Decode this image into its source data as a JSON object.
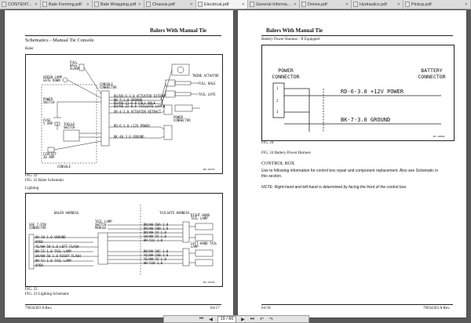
{
  "tabs": [
    {
      "label": "CONTENT..."
    },
    {
      "label": "Bale Forming.pdf"
    },
    {
      "label": "Bale Wrapping.pdf"
    },
    {
      "label": "Chassis.pdf"
    },
    {
      "label": "Electrical.pdf"
    },
    {
      "label": "General Information.pdf"
    },
    {
      "label": "Drives.pdf"
    },
    {
      "label": "Hydraulics.pdf"
    },
    {
      "label": "Pickup.pdf"
    }
  ],
  "left_page": {
    "running_header": "Balers With Manual Tie",
    "section_title": "Schematics - Manual Tie Console",
    "subhead_baler": "Baler",
    "fig22_num": "FIG. 22",
    "fig22_caption": "FIG. 22   Baler Schematic",
    "subhead_lighting": "Lighting",
    "fig23_num": "FIG. 23",
    "fig23_caption": "FIG. 23   Lighting Schematic",
    "footer_left": "79034303 A Rev.",
    "footer_right": "04-17",
    "baler_labels": {
      "fill_alarm": "FULL BALE ALARM",
      "green_lamp": "GREEN LAMP GATE DOWN",
      "power_switch": "POWER SWITCH",
      "fuse": "FUSE 5 AMP",
      "toggle": "TOGGLE SWITCH",
      "circuit": "CIRCUIT 30 AMP",
      "console": "CONSOLE",
      "console_conn": "CONSOLE CONNECTOR",
      "twine": "TWINE ACTUATOR",
      "w1": "BU/BU-6-3.0 ACTUATOR EXTEND",
      "w2": "BK-7-1.0 GROUND",
      "w3": "BU/RD-21-0.8 FULL BALE",
      "w4": "BU/RD-22-0.8 TAILGATE LATCH",
      "w5": "OR-4-3.0 ACTUATOR RETRACT",
      "w6": "RD-6-3.0 +12V POWER",
      "w7": "BK-40-3.0 GROUND",
      "pwr_conn": "POWER CONNECTOR",
      "sw1": "FULL BALE",
      "sw2": "TAIL GATE",
      "ref": "BU-10433"
    },
    "light_labels": {
      "baler_harness": "BALER HARNESS",
      "tailgate_harness": "TAILGATE HARNESS",
      "sae": "SAE 7-PIN CONNECTOR",
      "tail_switch": "TAIL LAMP SWITCH MODULE",
      "right_tail": "RIGHT-HAND TAIL LAMP",
      "left_tail": "LEFT-HAND TAIL LAMP",
      "p1": "WH-50-1.0 GROUND",
      "p2": "OPEN",
      "p3": "YE/WH-58-1.0 LEFT FLASH",
      "p4": "BN-55-1.0 TAIL LAMP",
      "p5": "GN/WH-56-1.0 RIGHT FLASH",
      "p6": "BN-51-1.0 TAIL LAMP",
      "p7": "OPEN",
      "r1": "BN/WH-50A-1.0",
      "r2": "BN/WH-50B-1.0",
      "r3": "BN/WH-54-1.0",
      "r4": "GN/WH-55-1.0",
      "r5": "WH-51C-1.0",
      "l1": "BN/WH-50C-1.0",
      "l2": "YE/WH-53B-1.0",
      "l3": "YE/WH-55-1.0",
      "l4": "WH-51D-1.0",
      "ref": "BU-10434"
    }
  },
  "right_page": {
    "running_header": "Balers With Manual Tie",
    "section_title": "Battery Power Harness - If Equipped",
    "fig24_num": "FIG. 24",
    "fig24_caption": "FIG. 24   Battery Power Harness",
    "control_box_title": "CONTROL BOX",
    "para": "Use to following information for control box repair and component replacement. Also see Schematic in this section.",
    "note": "NOTE:  Right-hand and left-hand is determined by facing the front of the control box.",
    "footer_left": "04-18",
    "footer_right": "79034303 A Rev.",
    "diagram": {
      "power_connector": "POWER CONNECTOR",
      "battery_connector": "BATTERY CONNECTOR",
      "wire1": "RD-6-3.0 +12V POWER",
      "wire2": "BK-7-3.0 GROUND",
      "pin1": "1",
      "pin2": "2",
      "pin3": "3",
      "ref": "BJ-10666"
    }
  },
  "nav": {
    "page": "19 / 86"
  }
}
